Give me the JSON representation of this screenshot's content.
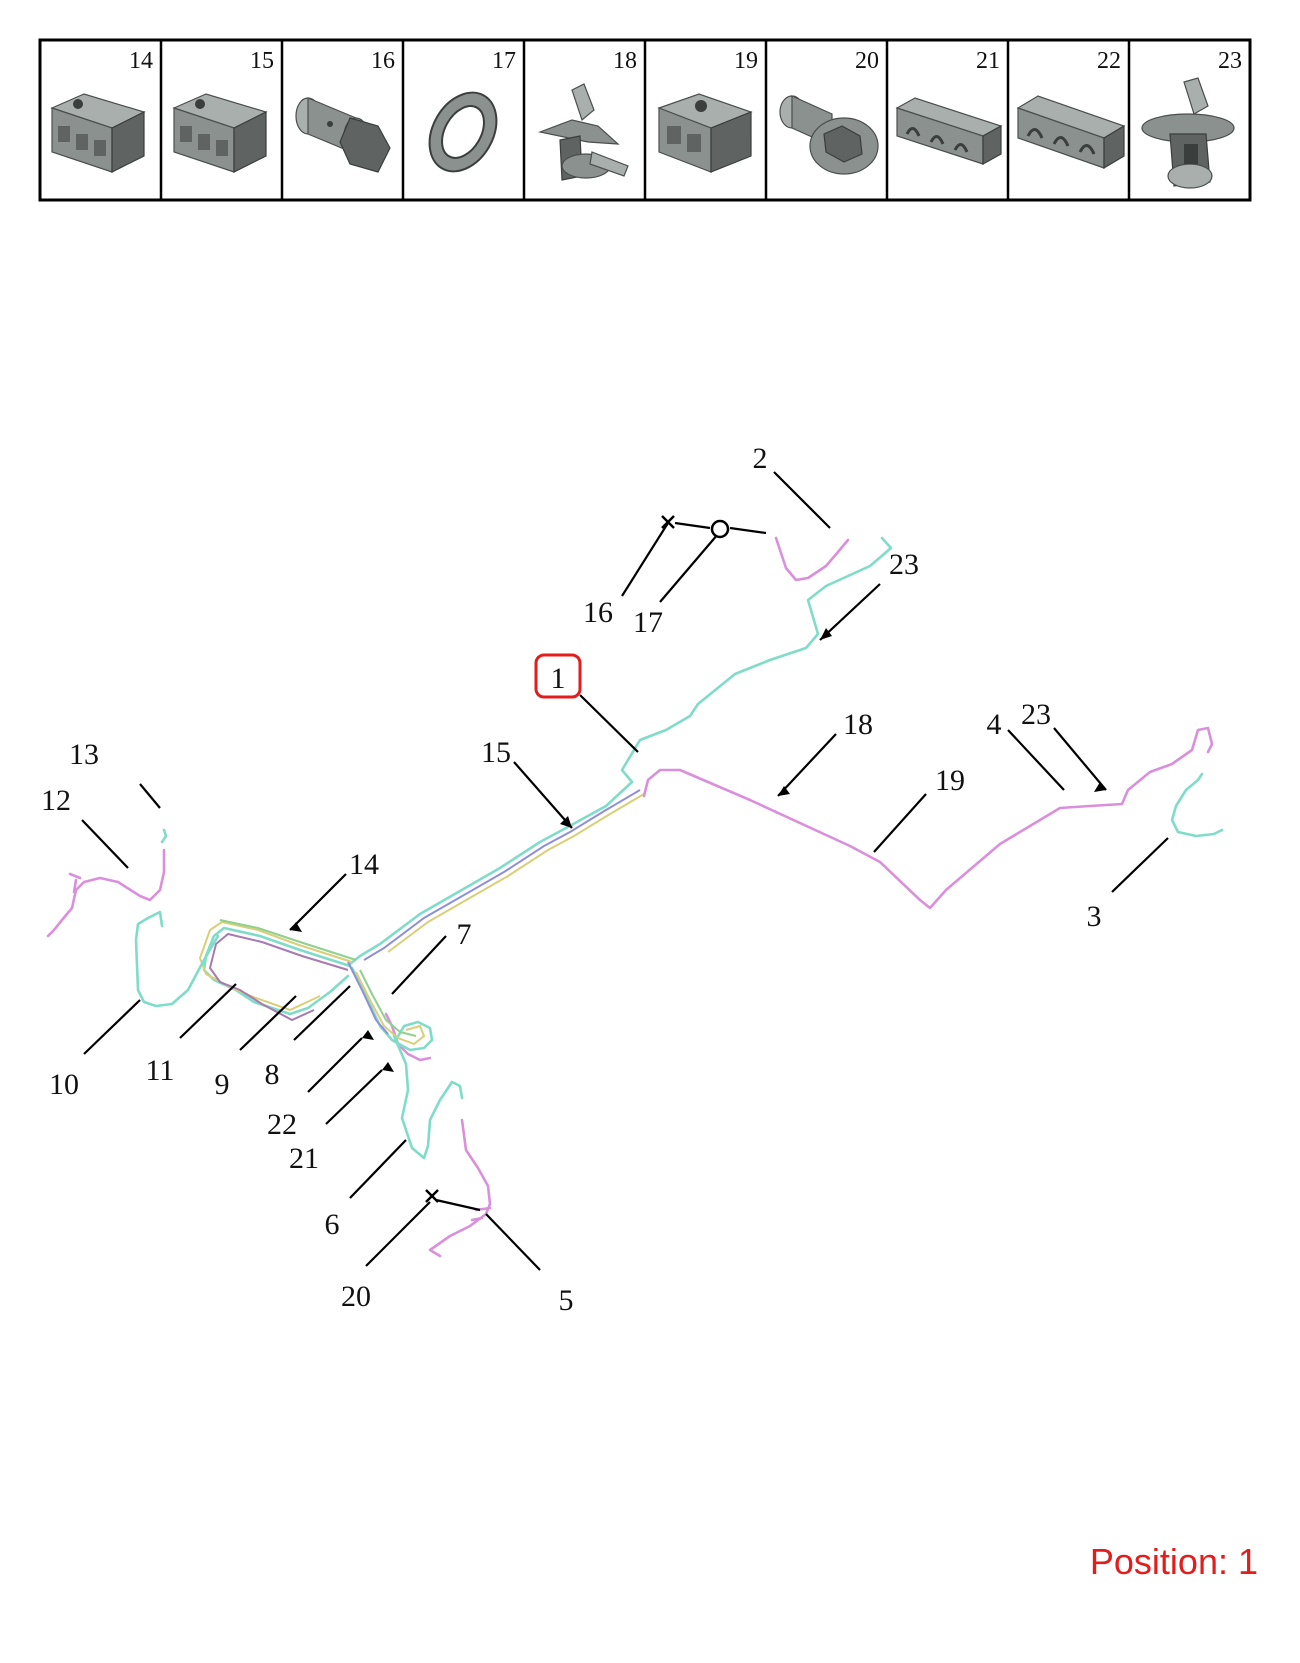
{
  "parts_header": [
    {
      "number": "14",
      "icon": "clip-block-3-icon"
    },
    {
      "number": "15",
      "icon": "clip-block-3-icon"
    },
    {
      "number": "16",
      "icon": "bolt-icon"
    },
    {
      "number": "17",
      "icon": "washer-icon"
    },
    {
      "number": "18",
      "icon": "push-clip-icon"
    },
    {
      "number": "19",
      "icon": "clip-block-2-icon"
    },
    {
      "number": "20",
      "icon": "hex-bolt-icon"
    },
    {
      "number": "21",
      "icon": "clip-strip-3-icon"
    },
    {
      "number": "22",
      "icon": "clip-strip-3-icon"
    },
    {
      "number": "23",
      "icon": "push-clip-large-icon"
    }
  ],
  "callouts": {
    "c1": "1",
    "c2": "2",
    "c3": "3",
    "c4": "4",
    "c5": "5",
    "c6": "6",
    "c7": "7",
    "c8": "8",
    "c9": "9",
    "c10": "10",
    "c11": "11",
    "c12": "12",
    "c13": "13",
    "c14": "14",
    "c15": "15",
    "c16": "16",
    "c17": "17",
    "c18": "18",
    "c19": "19",
    "c20": "20",
    "c21": "21",
    "c22": "22",
    "c23a": "23",
    "c23b": "23"
  },
  "highlighted_callout": "1",
  "position_label": "Position: 1",
  "colors": {
    "pipe_cyan": "#7fdcc8",
    "pipe_magenta": "#da8fdc",
    "highlight": "#e31c1c"
  }
}
